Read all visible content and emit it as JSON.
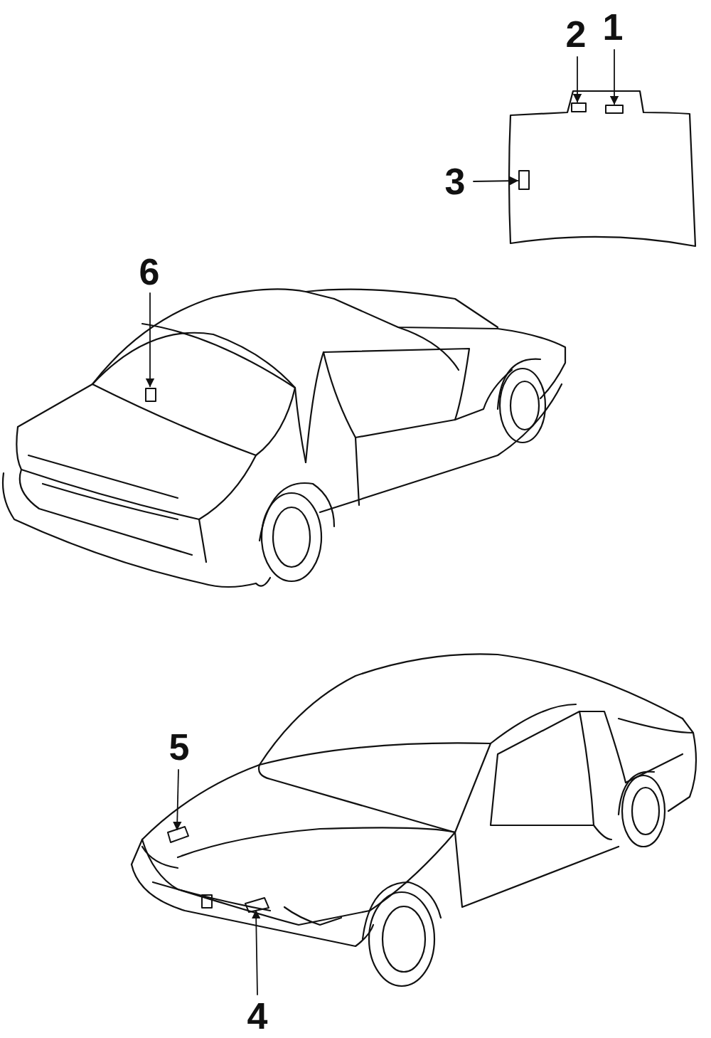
{
  "diagram": {
    "labels": [
      "2",
      "1",
      "3",
      "6",
      "5",
      "4"
    ]
  }
}
